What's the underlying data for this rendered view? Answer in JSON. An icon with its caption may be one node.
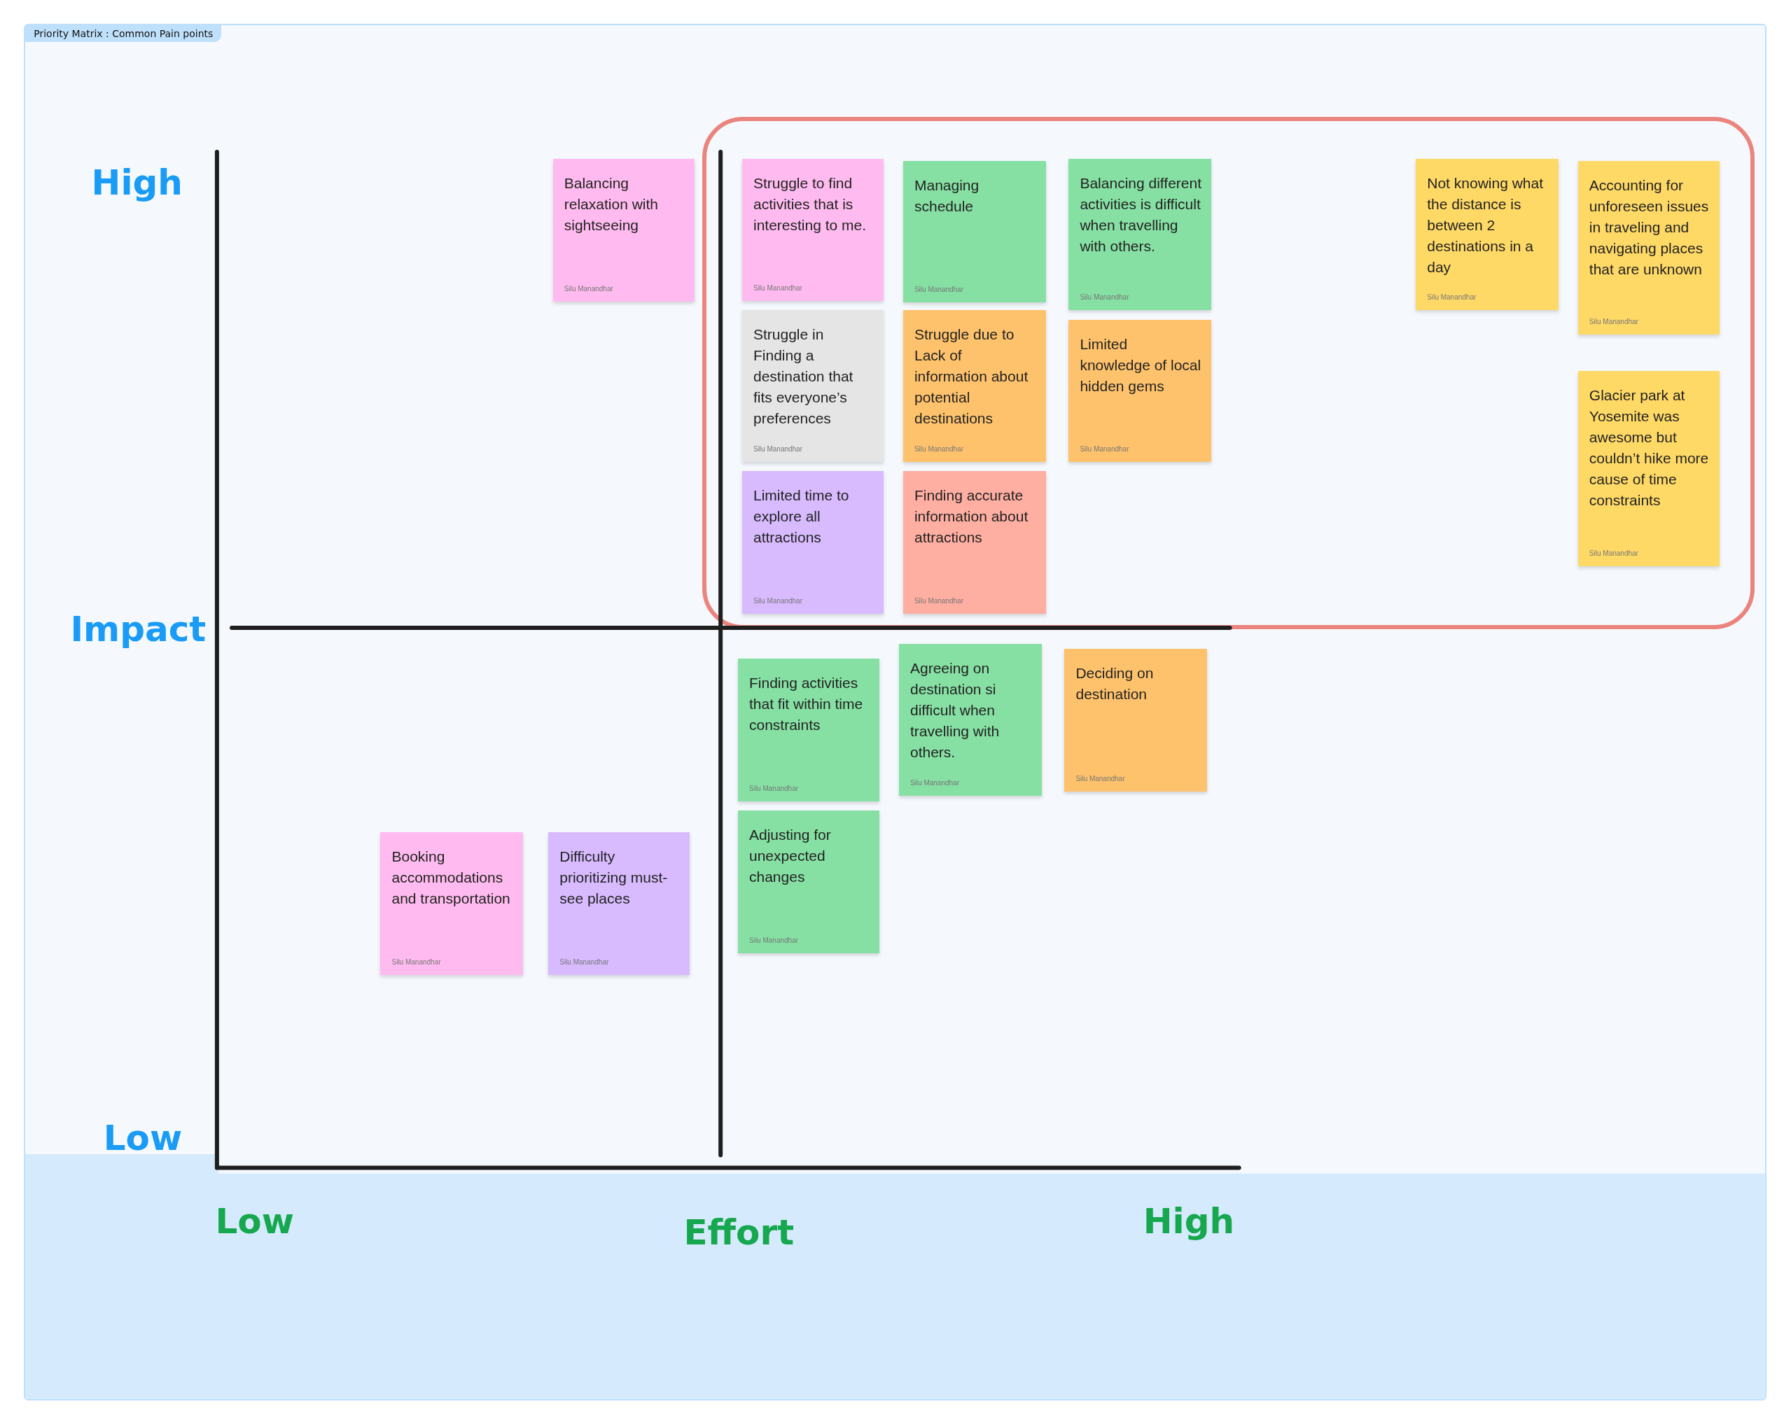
{
  "diagram": {
    "nodes": [
      {
        "text": [
          "Priority Matrix : Common Pain points"
        ]
      },
      {
        "text": [],
        "shape": "box",
        "in": 0
      },
      {
        "text": [
          "Balancing relaxation with sightseeing",
          "Silu Manandhar"
        ],
        "in": 0
      },
      {
        "text": [
          "Struggle to find activities that is interesting to me.",
          "Silu Manandhar"
        ],
        "in": 1
      },
      {
        "text": [
          "Managing schedule",
          "Silu Manandhar"
        ],
        "in": 1
      },
      {
        "text": [
          "Balancing different activities is difficult when travelling with others.",
          "Silu Manandhar"
        ],
        "in": 1
      },
      {
        "text": [
          "Not knowing what the distance is between 2 destinations in a day",
          "Silu Manandhar"
        ],
        "in": 1
      },
      {
        "text": [
          "Accounting for unforeseen issues in traveling and navigating places that are unknown",
          "Silu Manandhar"
        ],
        "in": 1
      },
      {
        "text": [
          "Struggle in Finding a destination that fits everyone’s preferences",
          "Silu Manandhar"
        ],
        "in": 1
      },
      {
        "text": [
          "Struggle due to Lack of information about potential destinations",
          "Silu Manandhar"
        ],
        "in": 1
      },
      {
        "text": [
          "Limited knowledge of local hidden gems",
          "Silu Manandhar"
        ],
        "in": 1
      },
      {
        "text": [
          "Glacier park at Yosemite was awesome but couldn’t hike more cause of time constraints",
          "Silu Manandhar"
        ],
        "in": 1
      },
      {
        "text": [
          "Limited time to explore all attractions",
          "Silu Manandhar"
        ],
        "in": 1
      },
      {
        "text": [
          "Finding accurate information about attractions",
          "Silu Manandhar"
        ],
        "in": 1
      },
      {
        "text": [
          "Finding activities that fit within time constraints",
          "Silu Manandhar"
        ],
        "in": 0
      },
      {
        "text": [
          "Agreeing on destination si difficult when travelling with others.",
          "Silu Manandhar"
        ],
        "in": 0
      },
      {
        "text": [
          "Deciding on destination",
          "Silu Manandhar"
        ],
        "in": 0
      },
      {
        "text": [
          "Booking accommodations and transportation",
          "Silu Manandhar"
        ],
        "in": 0
      },
      {
        "text": [
          "Difficulty prioritizing must-see places",
          "Silu Manandhar"
        ],
        "in": 0
      },
      {
        "text": [
          "Adjusting for unexpected changes",
          "Silu Manandhar"
        ],
        "in": 0
      }
    ],
    "labels": [
      "High",
      "Impact",
      "Low",
      "Low",
      "Effort",
      "High"
    ]
  }
}
